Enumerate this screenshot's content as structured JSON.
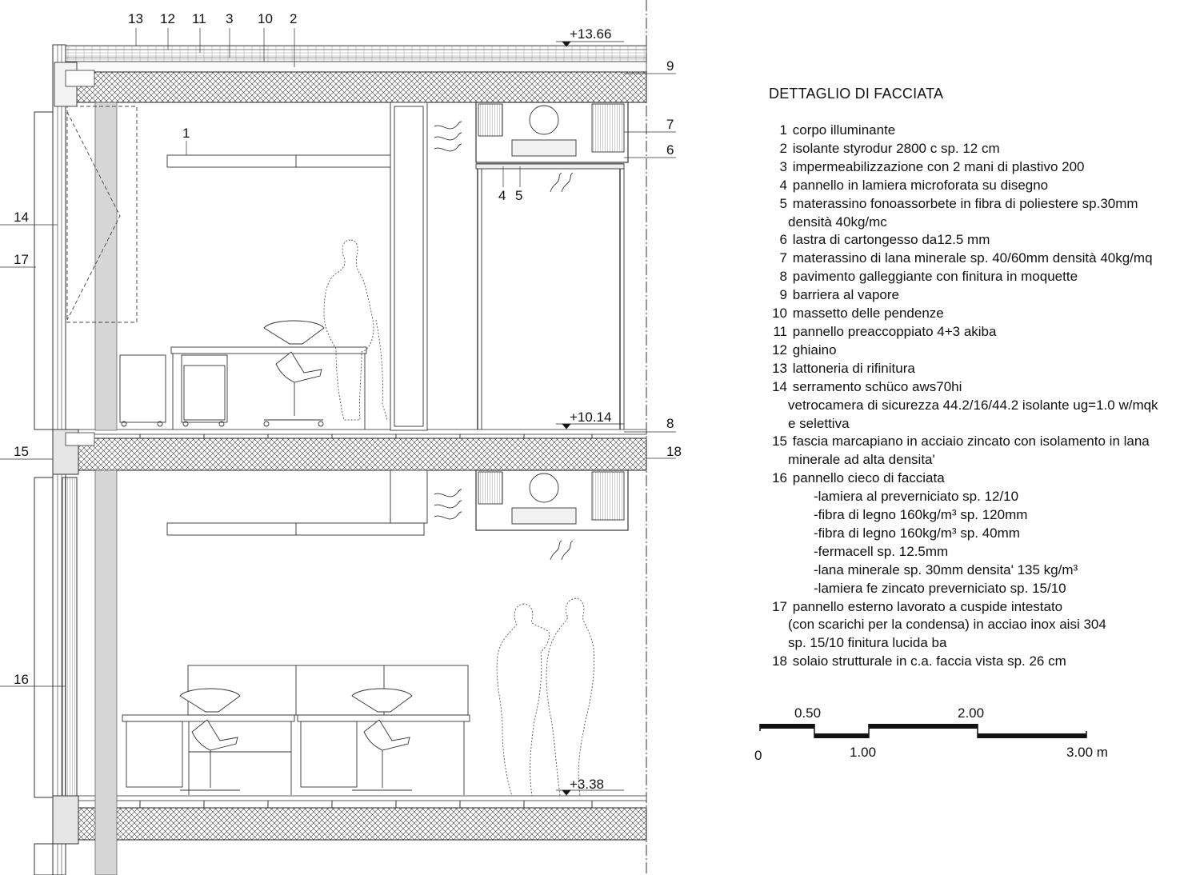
{
  "drawing": {
    "top_labels": [
      "13",
      "12",
      "11",
      "3",
      "10",
      "2"
    ],
    "elevations": {
      "top": "+13.66",
      "middle": "+10.14",
      "bottom": "+3.38"
    },
    "callouts": {
      "c1": "1",
      "c4": "4",
      "c5": "5",
      "c6": "6",
      "c7": "7",
      "c8": "8",
      "c9": "9",
      "c14": "14",
      "c15": "15",
      "c16": "16",
      "c17": "17",
      "c18": "18"
    }
  },
  "legend": {
    "title": "DETTAGLIO DI FACCIATA",
    "items": [
      {
        "num": "1",
        "text": "corpo illuminante"
      },
      {
        "num": "2",
        "text": "isolante styrodur 2800 c sp. 12 cm"
      },
      {
        "num": "3",
        "text": "impermeabilizzazione con 2 mani di plastivo 200"
      },
      {
        "num": "4",
        "text": "pannello in lamiera microforata su disegno"
      },
      {
        "num": "5",
        "text": "materassino fonoassorbete in fibra di poliestere sp.30mm",
        "cont": [
          "densità 40kg/mc"
        ]
      },
      {
        "num": "6",
        "text": "lastra di cartongesso da12.5 mm"
      },
      {
        "num": "7",
        "text": "materassino di lana minerale sp. 40/60mm densità 40kg/mq"
      },
      {
        "num": "8",
        "text": "pavimento galleggiante con finitura in moquette"
      },
      {
        "num": "9",
        "text": "barriera al vapore"
      },
      {
        "num": "10",
        "text": "massetto delle pendenze"
      },
      {
        "num": "11",
        "text": "pannello preaccoppiato 4+3 akiba"
      },
      {
        "num": "12",
        "text": "ghiaino"
      },
      {
        "num": "13",
        "text": "lattoneria di rifinitura"
      },
      {
        "num": "14",
        "text": "serramento schüco aws70hi",
        "cont": [
          "vetrocamera di sicurezza 44.2/16/44.2 isolante ug=1.0 w/mqk",
          "e selettiva"
        ]
      },
      {
        "num": "15",
        "text": "fascia marcapiano in acciaio zincato con isolamento in lana",
        "cont": [
          "minerale ad alta densita'"
        ]
      },
      {
        "num": "16",
        "text": "pannello cieco di facciata",
        "sub": [
          "-lamiera al preverniciato sp. 12/10",
          "-fibra di legno 160kg/m³ sp. 120mm",
          "-fibra di legno 160kg/m³ sp. 40mm",
          "-fermacell  sp. 12.5mm",
          "-lana minerale sp. 30mm densita' 135 kg/m³",
          "-lamiera fe zincato preverniciato sp. 15/10"
        ]
      },
      {
        "num": "17",
        "text": "pannello esterno lavorato a cuspide intestato",
        "cont": [
          "(con scarichi per la condensa) in acciao inox aisi 304",
          "sp. 15/10 finitura lucida ba"
        ]
      },
      {
        "num": "18",
        "text": "solaio strutturale in c.a. faccia vista sp. 26 cm"
      }
    ]
  },
  "scale_bar": {
    "upper_labels": [
      "0.50",
      "2.00"
    ],
    "lower_labels": [
      "0",
      "1.00",
      "3.00 m"
    ]
  }
}
